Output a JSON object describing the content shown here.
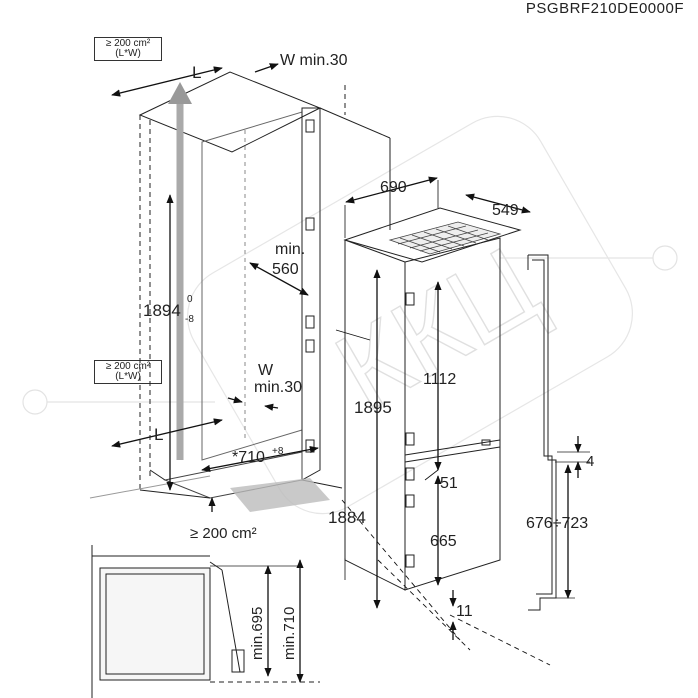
{
  "model_code": "PSGBRF210DE0000F",
  "watermark": "ККЦ",
  "ventilation_top": {
    "line1": "≥ 200 cm²",
    "line2": "(L*W)"
  },
  "ventilation_mid": {
    "line1": "≥ 200 cm²",
    "line2": "(L*W)"
  },
  "ventilation_bottom": "≥ 200 cm²",
  "niche": {
    "top_L": "L",
    "top_W": "W min.30",
    "depth_min_label": "min.",
    "depth_min_value": "560",
    "height_value": "1894",
    "height_tol_upper": "0",
    "height_tol_lower": "-8",
    "mid_W_line1": "W",
    "mid_W_line2": "min.30",
    "bottom_L": "L",
    "width_value": "*710",
    "width_tol": "+8"
  },
  "appliance": {
    "width": "690",
    "depth": "549",
    "height_total": "1895",
    "height_side": "1884",
    "upper_door": "1112",
    "door_gap": "51",
    "lower_door": "665",
    "bottom_gap": "11"
  },
  "door_profile": {
    "gap": "4",
    "range": "676÷723"
  },
  "section_detail": {
    "min_695": "min.695",
    "min_710": "min.710"
  }
}
